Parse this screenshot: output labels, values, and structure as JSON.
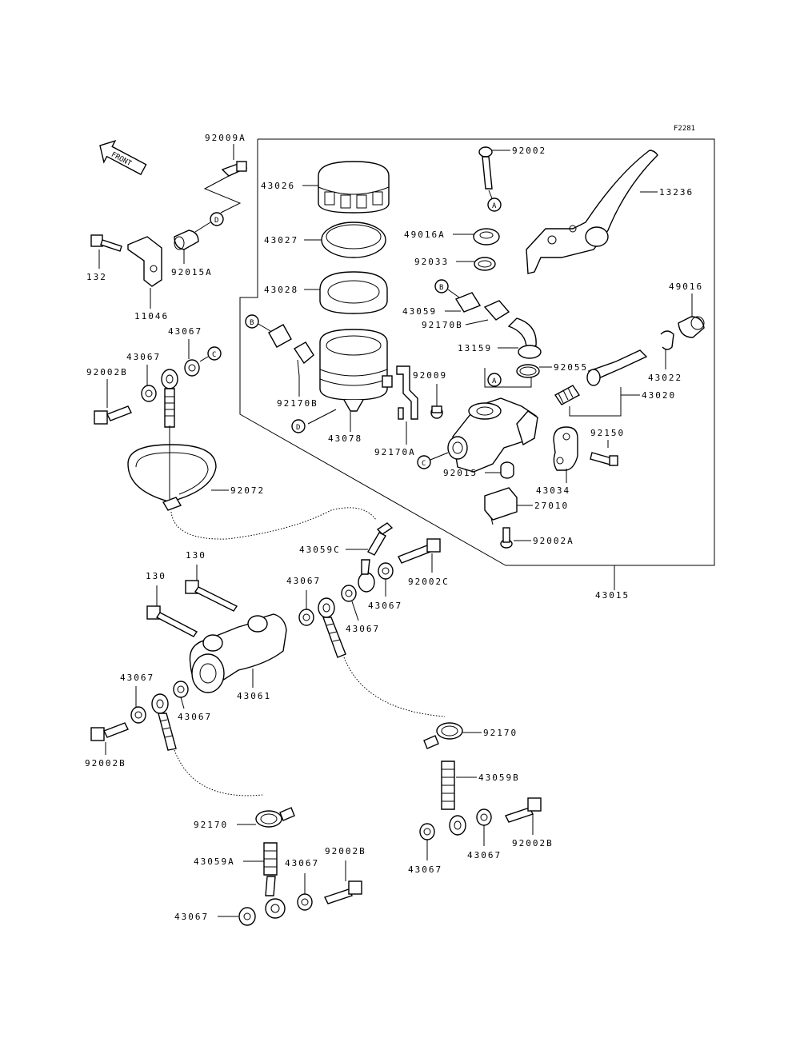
{
  "figure_code": "F2281",
  "front_label": "FRONT",
  "ref_marks": {
    "A": "A",
    "B": "B",
    "C": "C",
    "D": "D"
  },
  "labels": {
    "p92009A": "92009A",
    "p43026": "43026",
    "p92002": "92002",
    "p13236": "13236",
    "p43027": "43027",
    "p49016A": "49016A",
    "p92033": "92033",
    "p43028": "43028",
    "p49016": "49016",
    "p43059": "43059",
    "p92170B_r": "92170B",
    "p13159": "13159",
    "p92055": "92055",
    "p43022": "43022",
    "p43020": "43020",
    "p92009": "92009",
    "p92150": "92150",
    "p43078": "43078",
    "p92170A": "92170A",
    "p92015": "92015",
    "p43034": "43034",
    "p27010": "27010",
    "p92002A": "92002A",
    "p43015": "43015",
    "p92015A": "92015A",
    "p132": "132",
    "p11046": "11046",
    "p43067_a": "43067",
    "p43067_b": "43067",
    "p92002B_a": "92002B",
    "p92170B_l": "92170B",
    "p92072": "92072",
    "p130_a": "130",
    "p130_b": "130",
    "p43059C": "43059C",
    "p92002C": "92002C",
    "p43067_c": "43067",
    "p43067_d": "43067",
    "p43067_e": "43067",
    "p43067_f": "43067",
    "p43067_g": "43067",
    "p43061": "43061",
    "p92002B_b": "92002B",
    "p92170_r": "92170",
    "p43059B": "43059B",
    "p92002B_c": "92002B",
    "p43067_h": "43067",
    "p43067_i": "43067",
    "p92170_l": "92170",
    "p43059A": "43059A",
    "p92002B_d": "92002B",
    "p43067_j": "43067",
    "p43067_k": "43067"
  }
}
